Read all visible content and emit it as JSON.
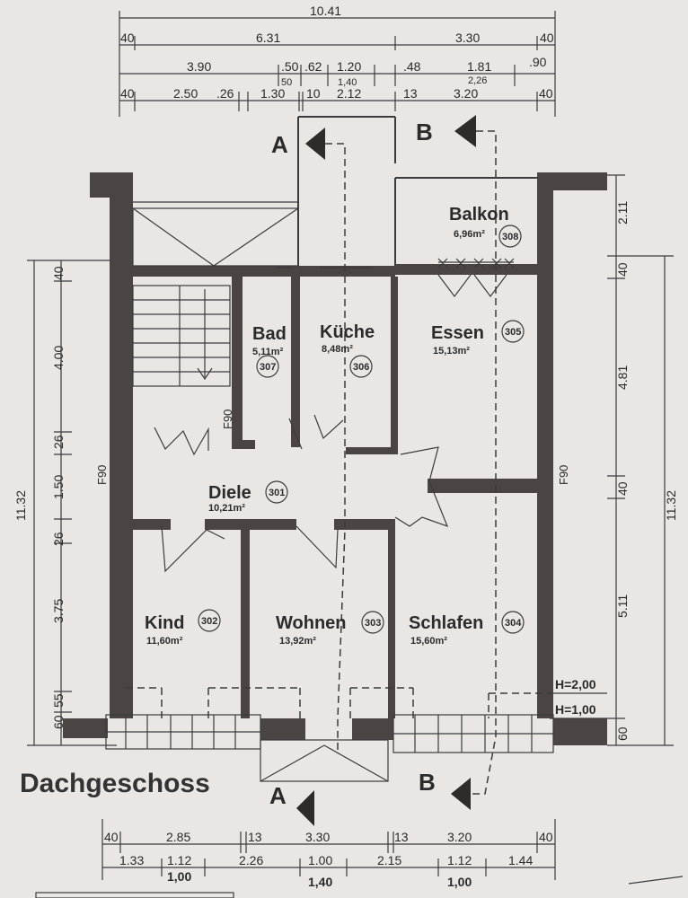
{
  "title": "Dachgeschoss",
  "rooms": [
    {
      "name": "Balkon",
      "area": "6,96m²",
      "number": "308"
    },
    {
      "name": "Bad",
      "area": "5,11m²",
      "number": "307"
    },
    {
      "name": "Küche",
      "area": "8,48m²",
      "number": "306"
    },
    {
      "name": "Essen",
      "area": "15,13m²",
      "number": "305"
    },
    {
      "name": "Diele",
      "area": "10,21m²",
      "number": "301"
    },
    {
      "name": "Kind",
      "area": "11,60m²",
      "number": "302"
    },
    {
      "name": "Wohnen",
      "area": "13,92m²",
      "number": "303"
    },
    {
      "name": "Schlafen",
      "area": "15,60m²",
      "number": "304"
    }
  ],
  "sections": {
    "a": "A",
    "b": "B"
  },
  "fire_rating": "F90",
  "heights": {
    "h1": "H=2,00",
    "h2": "H=1,00"
  },
  "dims_top": {
    "overall": "10.41",
    "row1": [
      "40",
      "6.31",
      "3.30",
      "40"
    ],
    "row2": [
      "3.90",
      ".50",
      ".62",
      "1.20",
      ".48",
      "1.81",
      ".90"
    ],
    "row2_sub": [
      "50",
      "1,40",
      "2,26"
    ],
    "row3": [
      "40",
      "2.50",
      ".26",
      "1.30",
      "10",
      "2.12",
      "13",
      "3.20",
      "40"
    ]
  },
  "dims_left": [
    "11.32",
    "40",
    "4.00",
    "26",
    "1.50",
    "26",
    "3.75",
    "55",
    "60"
  ],
  "dims_right": [
    "2.11",
    "40",
    "4.81",
    "40",
    "11.32",
    "5.11",
    "60"
  ],
  "dims_bottom": {
    "row1": [
      "40",
      "2.85",
      "13",
      "3.30",
      "13",
      "3.20",
      "40"
    ],
    "row2": [
      "1.33",
      "1.12",
      "2.26",
      "1.00",
      "2.15",
      "1.12",
      "1.44"
    ],
    "row2_sub": [
      "1,00",
      "1,40",
      "1,00"
    ]
  }
}
